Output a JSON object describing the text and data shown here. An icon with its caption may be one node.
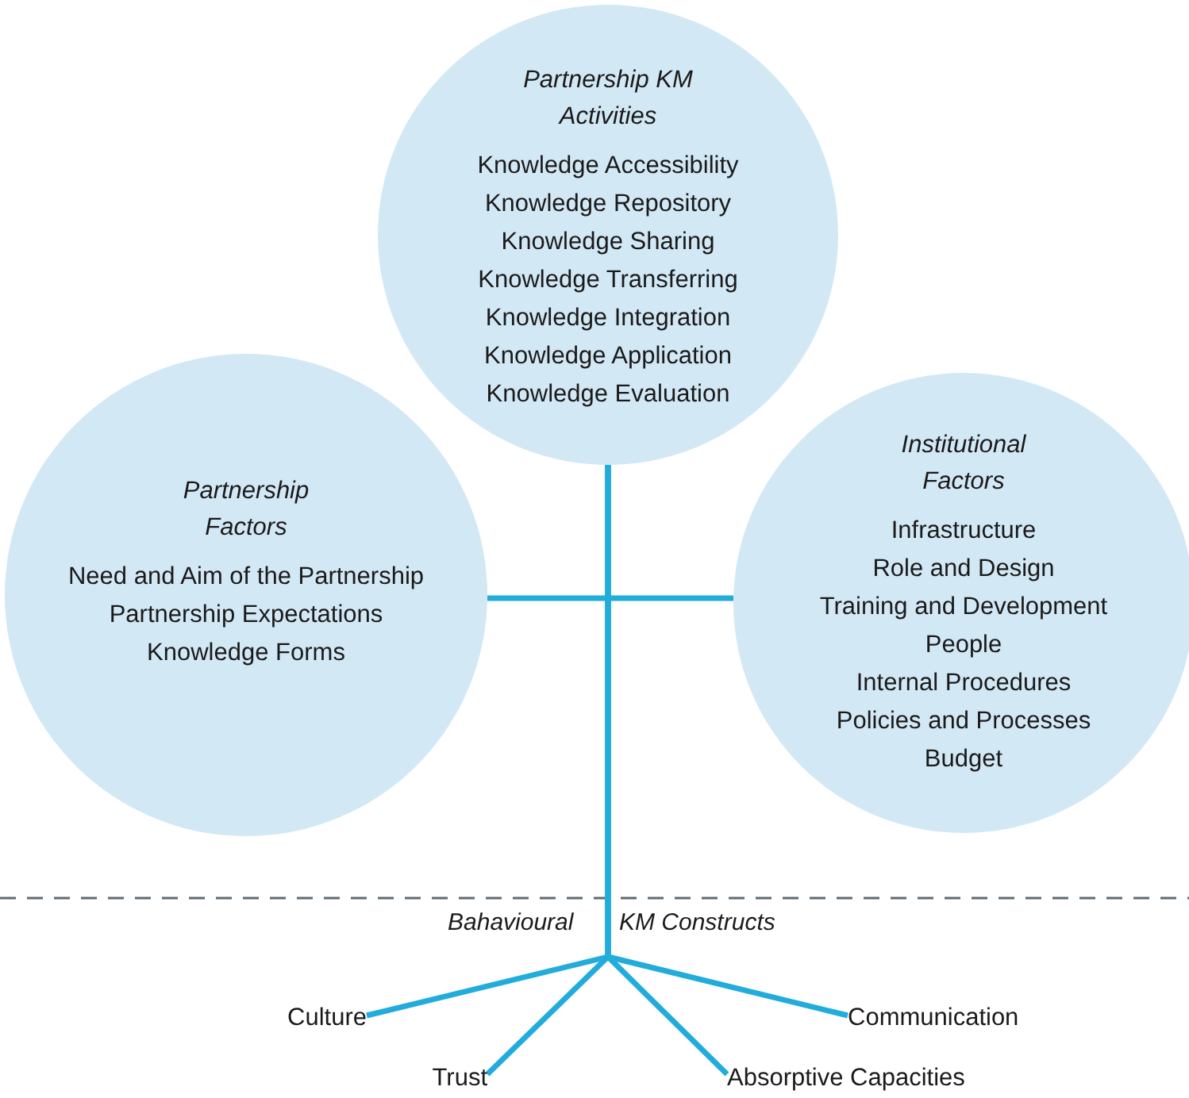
{
  "diagram": {
    "nodes": [
      {
        "text": [
          "Partnership KM Activities",
          "Knowledge Accessibility",
          "Knowledge Repository",
          "Knowledge Sharing",
          "Knowledge Transferring",
          "Knowledge Integration",
          "Knowledge Application",
          "Knowledge Evaluation"
        ]
      },
      {
        "text": [
          "Partnership Factors",
          "Need and Aim of the Partnership",
          "Partnership Expectations",
          "Knowledge Forms"
        ]
      },
      {
        "text": [
          "Institutional Factors",
          "Infrastructure",
          "Role and Design",
          "Training and Development",
          "People",
          "Internal Procedures",
          "Policies and Processes",
          "Budget"
        ]
      },
      {
        "text": [
          "Culture"
        ]
      },
      {
        "text": [
          "Trust"
        ]
      },
      {
        "text": [
          "Absorptive Capacities"
        ]
      },
      {
        "text": [
          "Communication"
        ]
      }
    ],
    "edges": [
      {
        "from": 0,
        "to": 3,
        "arrow": "none"
      },
      {
        "from": 0,
        "to": 4,
        "arrow": "none"
      },
      {
        "from": 0,
        "to": 5,
        "arrow": "none"
      },
      {
        "from": 0,
        "to": 6,
        "arrow": "none"
      },
      {
        "from": 1,
        "to": 2,
        "arrow": "none"
      }
    ],
    "labels": [
      "Bahavioural",
      "KM Constructs"
    ]
  }
}
